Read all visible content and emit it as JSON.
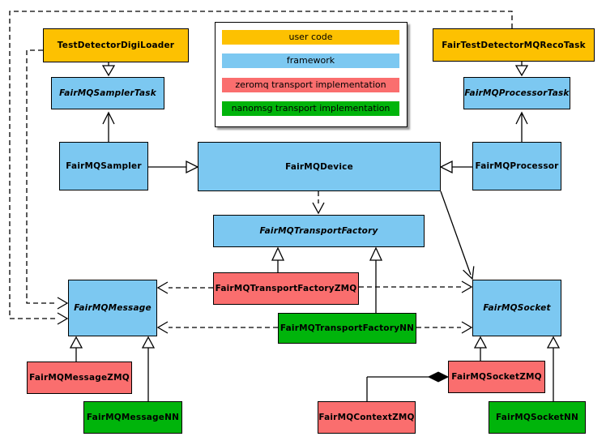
{
  "colors": {
    "user_code": "#fdc101",
    "framework": "#7cc8f1",
    "zeromq": "#fa6e6e",
    "nanomsg": "#00b40b",
    "line": "#000000",
    "background": "#ffffff"
  },
  "legend": {
    "items": [
      {
        "label": "user code",
        "category": "user_code"
      },
      {
        "label": "framework",
        "category": "framework"
      },
      {
        "label": "zeromq transport implementation",
        "category": "zeromq"
      },
      {
        "label": "nanomsg transport implementation",
        "category": "nanomsg"
      }
    ]
  },
  "classes": {
    "digiLoader": {
      "label": "TestDetectorDigiLoader",
      "category": "user_code",
      "abstract": false
    },
    "recoTask": {
      "label": "FairTestDetectorMQRecoTask",
      "category": "user_code",
      "abstract": false
    },
    "samplerTask": {
      "label": "FairMQSamplerTask",
      "category": "framework",
      "abstract": true
    },
    "processorTask": {
      "label": "FairMQProcessorTask",
      "category": "framework",
      "abstract": true
    },
    "sampler": {
      "label": "FairMQSampler",
      "category": "framework",
      "abstract": false
    },
    "device": {
      "label": "FairMQDevice",
      "category": "framework",
      "abstract": false
    },
    "processor": {
      "label": "FairMQProcessor",
      "category": "framework",
      "abstract": false
    },
    "transportFactory": {
      "label": "FairMQTransportFactory",
      "category": "framework",
      "abstract": true
    },
    "transportFactoryZMQ": {
      "label": "FairMQTransportFactoryZMQ",
      "category": "zeromq",
      "abstract": false
    },
    "transportFactoryNN": {
      "label": "FairMQTransportFactoryNN",
      "category": "nanomsg",
      "abstract": false
    },
    "message": {
      "label": "FairMQMessage",
      "category": "framework",
      "abstract": true
    },
    "socket": {
      "label": "FairMQSocket",
      "category": "framework",
      "abstract": true
    },
    "messageZMQ": {
      "label": "FairMQMessageZMQ",
      "category": "zeromq",
      "abstract": false
    },
    "messageNN": {
      "label": "FairMQMessageNN",
      "category": "nanomsg",
      "abstract": false
    },
    "socketZMQ": {
      "label": "FairMQSocketZMQ",
      "category": "zeromq",
      "abstract": false
    },
    "socketNN": {
      "label": "FairMQSocketNN",
      "category": "nanomsg",
      "abstract": false
    },
    "contextZMQ": {
      "label": "FairMQContextZMQ",
      "category": "zeromq",
      "abstract": false
    }
  },
  "relationships": [
    {
      "type": "generalization",
      "from": "TestDetectorDigiLoader",
      "to": "FairMQSamplerTask"
    },
    {
      "type": "generalization",
      "from": "FairTestDetectorMQRecoTask",
      "to": "FairMQProcessorTask"
    },
    {
      "type": "generalization",
      "from": "FairMQSampler",
      "to": "FairMQSamplerTask"
    },
    {
      "type": "generalization",
      "from": "FairMQProcessor",
      "to": "FairMQProcessorTask"
    },
    {
      "type": "association",
      "from": "FairMQSampler",
      "to": "FairMQDevice"
    },
    {
      "type": "association",
      "from": "FairMQProcessor",
      "to": "FairMQDevice"
    },
    {
      "type": "dependency",
      "from": "FairMQDevice",
      "to": "FairMQTransportFactory"
    },
    {
      "type": "association",
      "from": "FairMQDevice",
      "to": "FairMQSocket"
    },
    {
      "type": "generalization",
      "from": "FairMQTransportFactoryZMQ",
      "to": "FairMQTransportFactory"
    },
    {
      "type": "generalization",
      "from": "FairMQTransportFactoryNN",
      "to": "FairMQTransportFactory"
    },
    {
      "type": "dependency",
      "from": "FairMQTransportFactoryZMQ",
      "to": "FairMQMessage"
    },
    {
      "type": "dependency",
      "from": "FairMQTransportFactoryZMQ",
      "to": "FairMQSocket"
    },
    {
      "type": "dependency",
      "from": "FairMQTransportFactoryNN",
      "to": "FairMQMessage"
    },
    {
      "type": "dependency",
      "from": "FairMQTransportFactoryNN",
      "to": "FairMQSocket"
    },
    {
      "type": "dependency",
      "from": "TestDetectorDigiLoader",
      "to": "FairMQMessage"
    },
    {
      "type": "dependency",
      "from": "FairTestDetectorMQRecoTask",
      "to": "FairMQMessage"
    },
    {
      "type": "generalization",
      "from": "FairMQMessageZMQ",
      "to": "FairMQMessage"
    },
    {
      "type": "generalization",
      "from": "FairMQMessageNN",
      "to": "FairMQMessage"
    },
    {
      "type": "generalization",
      "from": "FairMQSocketZMQ",
      "to": "FairMQSocket"
    },
    {
      "type": "generalization",
      "from": "FairMQSocketNN",
      "to": "FairMQSocket"
    },
    {
      "type": "composition",
      "from": "FairMQSocketZMQ",
      "to": "FairMQContextZMQ"
    }
  ]
}
